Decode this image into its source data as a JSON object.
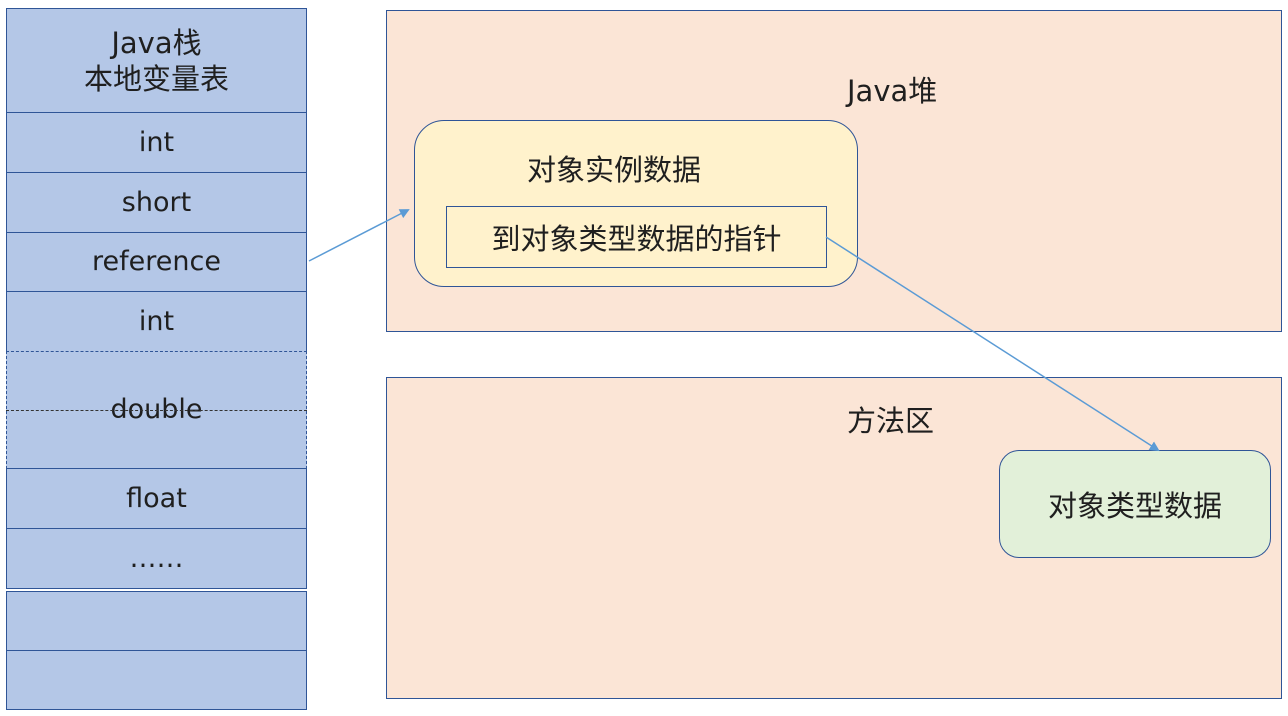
{
  "stack": {
    "title_line1": "Java栈",
    "title_line2": "本地变量表",
    "slots": [
      "int",
      "short",
      "reference",
      "int",
      "double",
      "float",
      "……",
      "",
      ""
    ]
  },
  "heap": {
    "title": "Java堆",
    "object_box_label": "对象实例数据",
    "pointer_label": "到对象类型数据的指针"
  },
  "method_area": {
    "title": "方法区",
    "type_data_label": "对象类型数据"
  },
  "colors": {
    "stack_fill": "#b4c7e7",
    "region_fill": "#fbe5d6",
    "object_fill": "#fff2cc",
    "type_fill": "#e2f0d9",
    "border": "#2f5597",
    "arrow": "#5b9bd5"
  }
}
